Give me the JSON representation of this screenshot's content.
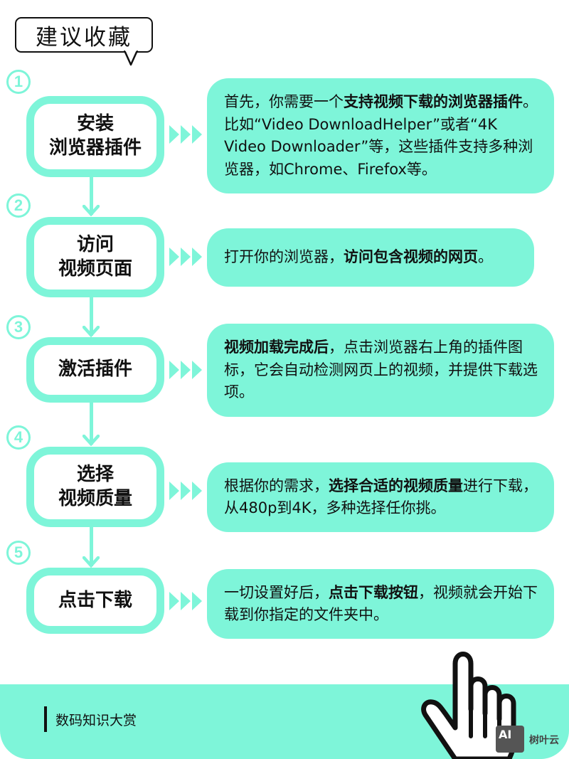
{
  "header": {
    "bubble_label": "建议收藏"
  },
  "colors": {
    "accent": "#7ef5d9",
    "text": "#111111",
    "background": "#ffffff"
  },
  "steps": [
    {
      "number": "1",
      "title_lines": [
        "安装",
        "浏览器插件"
      ],
      "desc": [
        {
          "t": "首先，你需要一个",
          "b": false
        },
        {
          "t": "支持视频下载的浏览器插件",
          "b": true
        },
        {
          "t": "。比如“Video DownloadHelper”或者“4K Video Downloader”等，这些插件支持多种浏览器，如Chrome、Firefox等。",
          "b": false
        }
      ]
    },
    {
      "number": "2",
      "title_lines": [
        "访问",
        "视频页面"
      ],
      "desc": [
        {
          "t": "打开你的浏览器，",
          "b": false
        },
        {
          "t": "访问包含视频的网页",
          "b": true
        },
        {
          "t": "。",
          "b": false
        }
      ]
    },
    {
      "number": "3",
      "title_lines": [
        "激活插件"
      ],
      "desc": [
        {
          "t": "视频加载完成后",
          "b": true
        },
        {
          "t": "，点击浏览器右上角的插件图标，它会自动检测网页上的视频，并提供下载选项。",
          "b": false
        }
      ]
    },
    {
      "number": "4",
      "title_lines": [
        "选择",
        "视频质量"
      ],
      "desc": [
        {
          "t": "根据你的需求，",
          "b": false
        },
        {
          "t": "选择合适的视频质量",
          "b": true
        },
        {
          "t": "进行下载，从480p到4K，多种选择任你挑。",
          "b": false
        }
      ]
    },
    {
      "number": "5",
      "title_lines": [
        "点击下载"
      ],
      "desc": [
        {
          "t": "一切设置好后，",
          "b": false
        },
        {
          "t": "点击下载按钮",
          "b": true
        },
        {
          "t": "，视频就会开始下载到你指定的文件夹中。",
          "b": false
        }
      ]
    }
  ],
  "footer": {
    "label": "数码知识大赏"
  },
  "watermark": {
    "badge": "AI",
    "text": "树叶云"
  },
  "icons": {
    "pointer": "pointing-hand-icon",
    "chevrons": "triple-chevron-right-icon",
    "arrow": "arrow-down-icon"
  }
}
